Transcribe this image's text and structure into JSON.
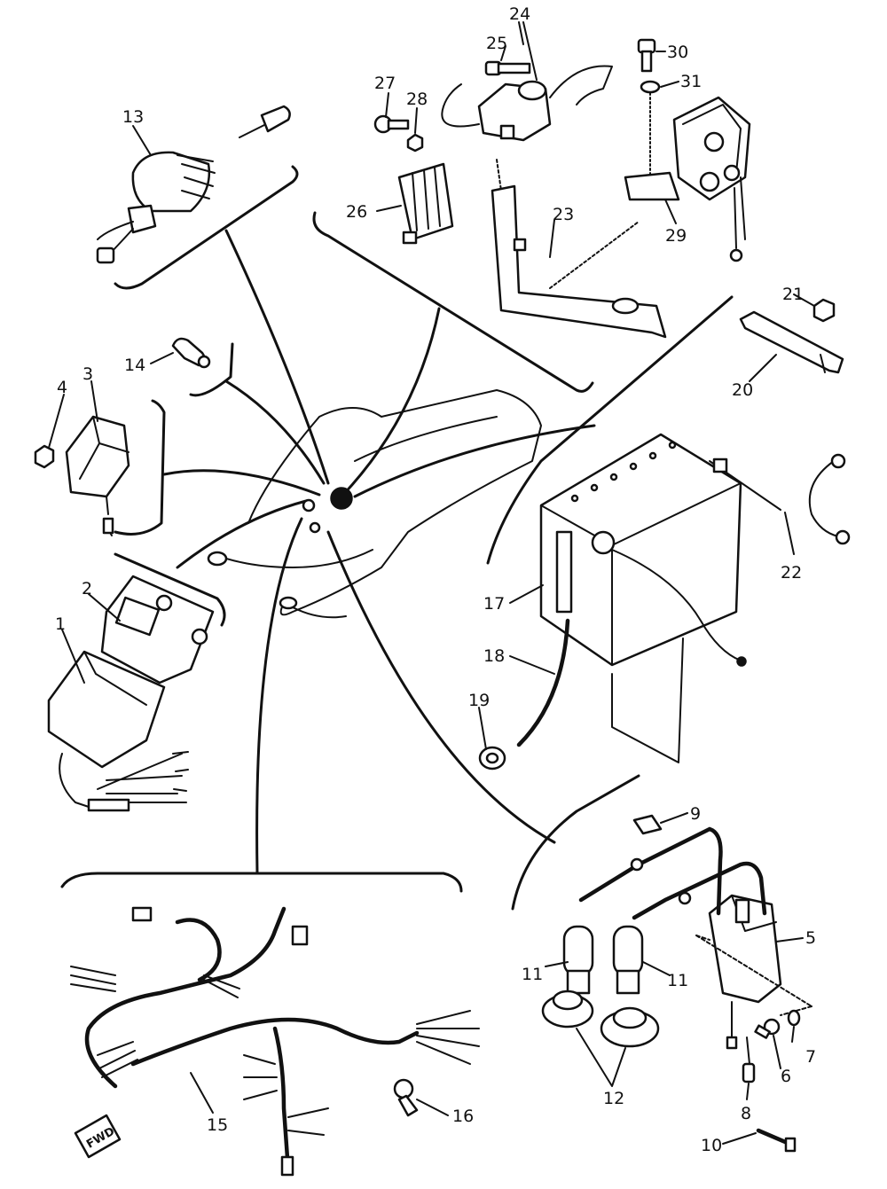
{
  "labels": {
    "l1": "1",
    "l2": "2",
    "l3": "3",
    "l4": "4",
    "l5": "5",
    "l6": "6",
    "l7": "7",
    "l8": "8",
    "l9": "9",
    "l10": "10",
    "l11a": "11",
    "l11b": "11",
    "l12": "12",
    "l13": "13",
    "l14": "14",
    "l15": "15",
    "l16": "16",
    "l17": "17",
    "l18": "18",
    "l19": "19",
    "l20": "20",
    "l21": "21",
    "l22": "22",
    "l23": "23",
    "l24": "24",
    "l25": "25",
    "l26": "26",
    "l27": "27",
    "l28": "28",
    "l29": "29",
    "l30": "30",
    "l31": "31"
  },
  "direction_marker": "FWD",
  "colors": {
    "ink": "#111111",
    "paper": "#ffffff"
  }
}
